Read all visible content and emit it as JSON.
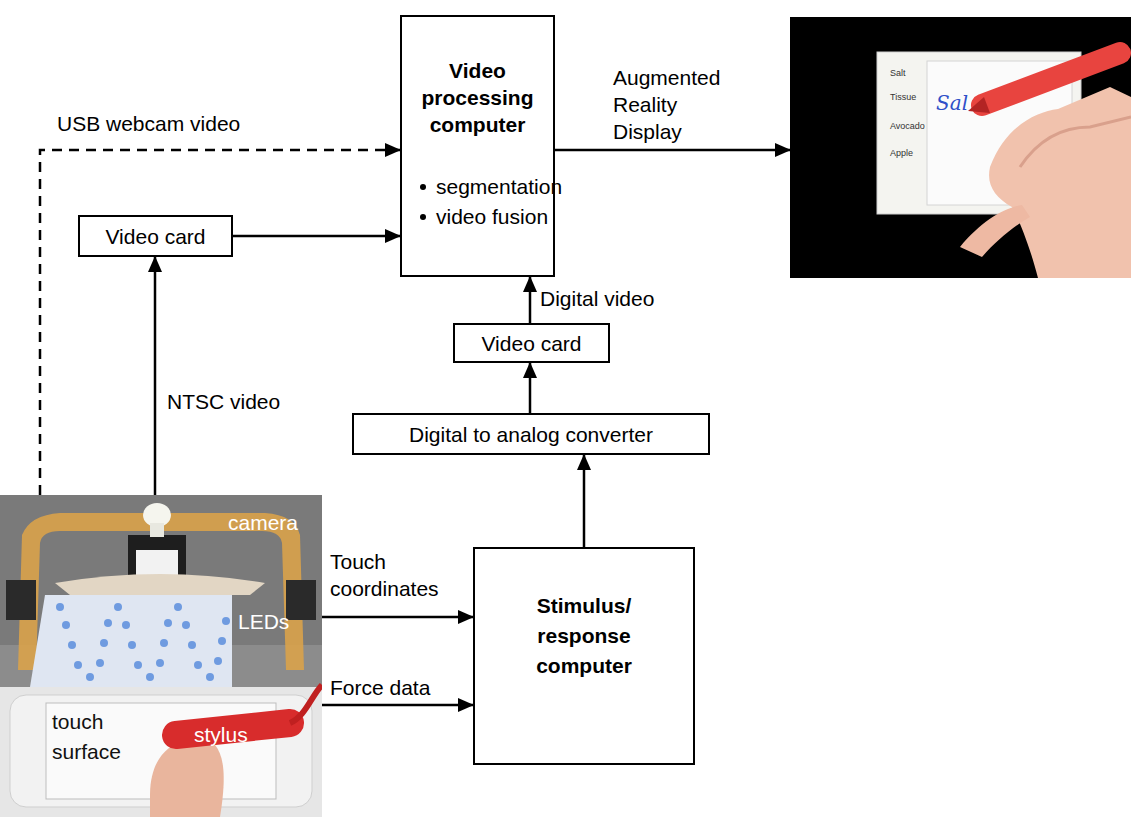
{
  "diagram": {
    "nodes": [
      {
        "text": [
          "Video processing computer",
          "segmentation",
          "video fusion"
        ]
      },
      {
        "text": [
          "Salt",
          "Tissue",
          "Avocado",
          "Apple",
          "Sal"
        ]
      },
      {
        "text": [
          "Video card"
        ]
      },
      {
        "text": [
          "Video card"
        ]
      },
      {
        "text": [
          "Digital to analog converter"
        ]
      },
      {
        "text": [
          "camera",
          "LEDs",
          "touch surface",
          "stylus"
        ]
      },
      {
        "text": [
          "Stimulus/ response computer"
        ]
      }
    ],
    "edges": [
      {
        "from": 5,
        "to": 0,
        "label": "USB webcam video",
        "arrow": "to"
      },
      {
        "from": 0,
        "to": 1,
        "label": "Augmented Reality Display",
        "arrow": "to"
      },
      {
        "from": 2,
        "to": 0,
        "arrow": "to"
      },
      {
        "from": 5,
        "to": 2,
        "label": "NTSC video",
        "arrow": "to"
      },
      {
        "from": 3,
        "to": 0,
        "label": "Digital video",
        "arrow": "to"
      },
      {
        "from": 4,
        "to": 3,
        "arrow": "to"
      },
      {
        "from": 6,
        "to": 4,
        "arrow": "to"
      },
      {
        "from": 5,
        "to": 6,
        "label": "Touch coordinates",
        "arrow": "to"
      },
      {
        "from": 5,
        "to": 6,
        "label": "Force data",
        "arrow": "to"
      }
    ]
  }
}
